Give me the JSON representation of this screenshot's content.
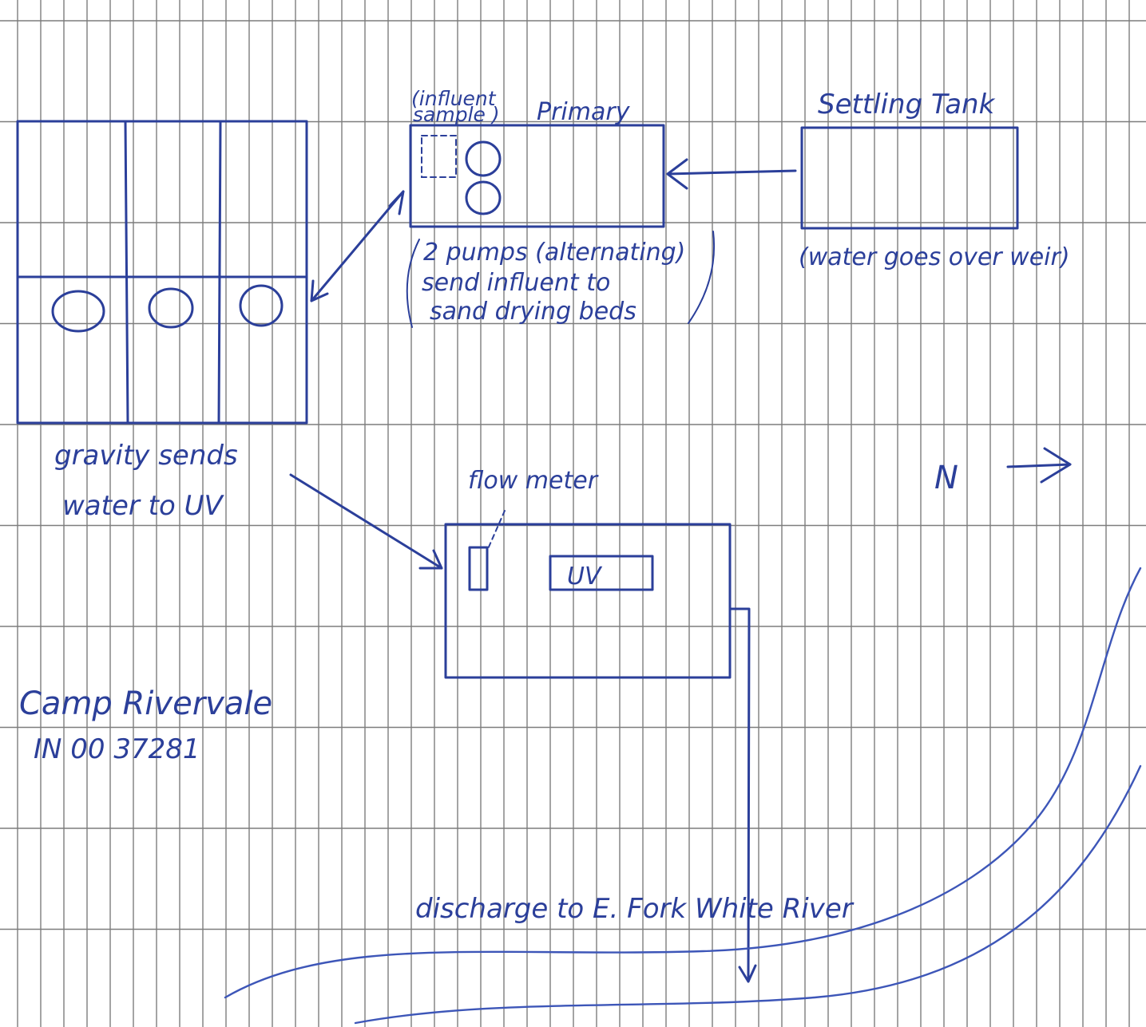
{
  "labels": {
    "influent_sample_1": "(influent",
    "influent_sample_2": "sample )",
    "primary": "Primary",
    "settling_tank": "Settling Tank",
    "pumps_1": "2 pumps (alternating)",
    "pumps_2": "send influent to",
    "pumps_3": "sand drying beds",
    "weir": "(water goes over weir)",
    "gravity_1": "gravity sends",
    "gravity_2": "water to UV",
    "flow_meter": "flow meter",
    "uv": "UV",
    "north": "N",
    "camp_name": "Camp Rivervale",
    "permit": "IN 00 37281",
    "discharge": "discharge to E. Fork White River"
  },
  "colors": {
    "ink": "#2b3f9a",
    "grid": "#7d7d7d",
    "paper": "#ffffff"
  }
}
